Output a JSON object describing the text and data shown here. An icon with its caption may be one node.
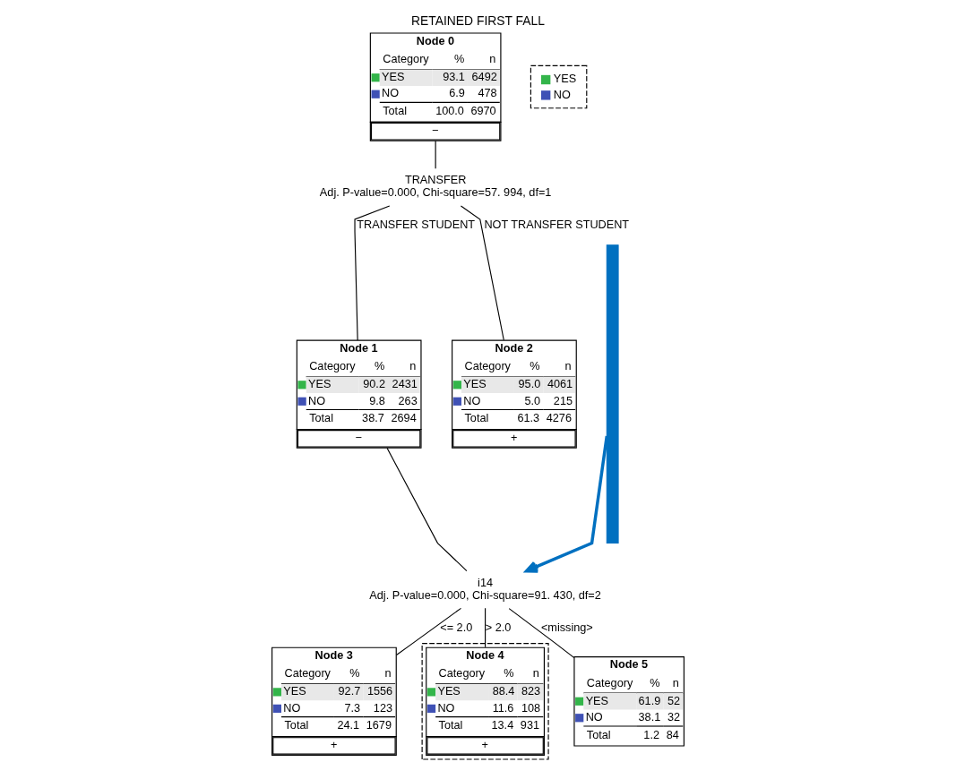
{
  "diagram": {
    "title": "RETAINED FIRST FALL",
    "nodes": [
      {
        "text": [
          "Node 0",
          "Category % n",
          "YES 93.1 6492",
          "NO 6.9 478",
          "Total 100.0 6970"
        ],
        "beside": [
          "−"
        ]
      },
      {
        "text": [
          "TRANSFER",
          "Adj. P-value=0.000, Chi-square=57. 994, df=1"
        ]
      },
      {
        "text": [
          "Node 1",
          "Category % n",
          "YES 90.2 2431",
          "NO 9.8 263",
          "Total 38.7 2694"
        ],
        "beside": [
          "−"
        ]
      },
      {
        "text": [
          "Node 2",
          "Category % n",
          "YES 95.0 4061",
          "NO 5.0 215",
          "Total 61.3 4276"
        ],
        "beside": [
          "+"
        ]
      },
      {
        "text": [],
        "shape": "bar"
      },
      {
        "text": [
          "i14",
          "Adj. P-value=0.000, Chi-square=91. 430, df=2"
        ]
      },
      {
        "text": [
          "Node 3",
          "Category % n",
          "YES 92.7 1556",
          "NO 7.3 123",
          "Total 24.1 1679"
        ],
        "beside": [
          "+"
        ]
      },
      {
        "text": [],
        "shape": "box"
      },
      {
        "text": [
          "Node 4",
          "Category % n",
          "YES 88.4 823",
          "NO 11.6 108",
          "Total 13.4 931"
        ],
        "beside": [
          "+"
        ],
        "in": 7
      },
      {
        "text": [
          "Node 5",
          "Category % n",
          "YES 61.9 52",
          "NO 38.1 32",
          "Total 1.2 84"
        ]
      }
    ],
    "edges": [
      {
        "from": 0,
        "to": 1,
        "arrow": "none"
      },
      {
        "from": 1,
        "to": 2,
        "arrow": "none",
        "label": "TRANSFER STUDENT"
      },
      {
        "from": 1,
        "to": 3,
        "arrow": "none",
        "label": "NOT TRANSFER STUDENT"
      },
      {
        "from": 2,
        "to": 5,
        "arrow": "none"
      },
      {
        "from": 4,
        "to": 5,
        "arrow": "to",
        "style": "thick",
        "color": "#0070c0"
      },
      {
        "from": 5,
        "to": 6,
        "arrow": "none",
        "label": "<= 2.0"
      },
      {
        "from": 5,
        "to": 8,
        "arrow": "none",
        "label": "> 2.0"
      },
      {
        "from": 5,
        "to": 9,
        "arrow": "none",
        "label": "<missing>"
      }
    ],
    "legend": [
      {
        "text": "YES",
        "color": "#33b54a"
      },
      {
        "text": "NO",
        "color": "#3f51b5"
      }
    ]
  }
}
